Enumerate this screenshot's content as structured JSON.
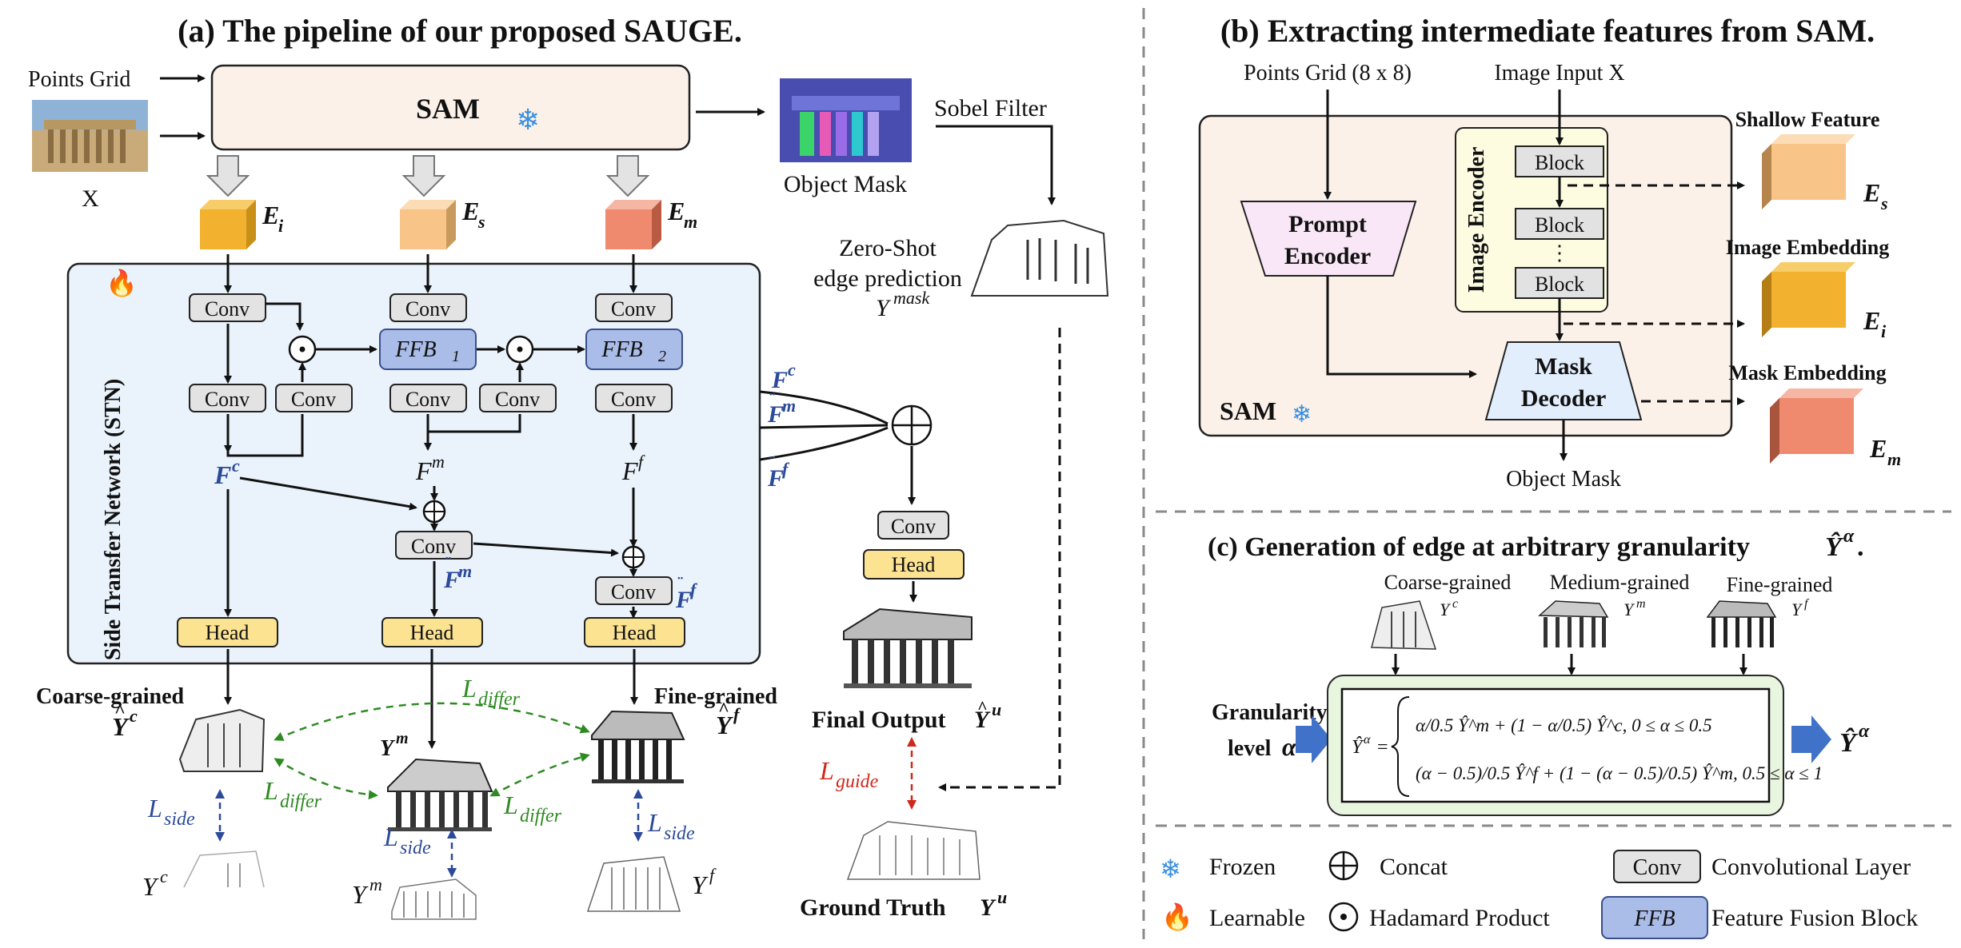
{
  "panel_a": {
    "title": "(a) The pipeline of our proposed SAUGE.",
    "points_grid": "Points Grid",
    "x_label": "X",
    "sam_label": "SAM",
    "object_mask": "Object Mask",
    "sobel": "Sobel Filter",
    "zero_shot_1": "Zero-Shot",
    "zero_shot_2": "edge prediction",
    "y_mask": "Y",
    "y_mask_sup": "mask",
    "e_i": "E",
    "e_i_sub": "i",
    "e_s": "E",
    "e_s_sub": "s",
    "e_m": "E",
    "e_m_sub": "m",
    "stn_label": "Side Transfer Network (STN)",
    "conv": "Conv",
    "head": "Head",
    "ffb1": "FFB",
    "ffb1_sub": "1",
    "ffb2": "FFB",
    "ffb2_sub": "2",
    "fc": "F",
    "fc_sup": "c",
    "fm": "F",
    "fm_sup": "m",
    "ff": "F",
    "ff_sup": "f",
    "coarse": "Coarse-grained",
    "fine": "Fine-grained",
    "final_output": "Final Output",
    "ground_truth": "Ground Truth",
    "l_differ": "L",
    "l_differ_sub": "differ",
    "l_side": "L",
    "l_side_sub": "side",
    "l_guide": "L",
    "l_guide_sub": "guide",
    "yc": "Y",
    "yc_sup": "c",
    "ym": "Y",
    "ym_sup": "m",
    "yf": "Y",
    "yf_sup": "f",
    "yu": "Y",
    "yu_sup": "u"
  },
  "panel_b": {
    "title": "(b) Extracting intermediate features from SAM.",
    "points_grid": "Points Grid (8 x 8)",
    "image_input": "Image Input X",
    "image_encoder": "Image Encoder",
    "block": "Block",
    "prompt_1": "Prompt",
    "prompt_2": "Encoder",
    "mask_1": "Mask",
    "mask_2": "Decoder",
    "sam": "SAM",
    "object_mask": "Object Mask",
    "shallow": "Shallow Feature",
    "image_emb": "Image Embedding",
    "mask_emb": "Mask Embedding",
    "es": "E",
    "es_sub": "s",
    "ei": "E",
    "ei_sub": "i",
    "em": "E",
    "em_sub": "m"
  },
  "panel_c": {
    "title": "(c) Generation of edge at arbitrary granularity",
    "title_sym": "Ŷ",
    "title_sup": "α",
    "coarse": "Coarse-grained",
    "medium": "Medium-grained",
    "fine": "Fine-grained",
    "granularity_1": "Granularity",
    "granularity_2": "level",
    "alpha": "α",
    "eq_lhs": "Ŷ",
    "eq_lhs_sup": "α",
    "eq_line1": "α/0.5 Ŷ^m + (1 − α/0.5) Ŷ^c, 0 ≤ α ≤ 0.5",
    "eq_line2": "(α − 0.5)/0.5 Ŷ^f + (1 − (α − 0.5)/0.5) Ŷ^m, 0.5 ≤ α ≤ 1",
    "out": "Ŷ",
    "out_sup": "α"
  },
  "legend": {
    "frozen": "Frozen",
    "learnable": "Learnable",
    "concat": "Concat",
    "hadamard": "Hadamard Product",
    "conv": "Conv",
    "conv_desc": "Convolutional Layer",
    "ffb": "FFB",
    "ffb_desc": "Feature Fusion Block"
  },
  "colors": {
    "orange_ei": "#f2b12e",
    "peach_es": "#f8c488",
    "salmon_em": "#ef8a6e",
    "stn_bg": "#eaf3fb",
    "sam_bg": "#fbf1e9",
    "encoder_bg": "#fdfbe0",
    "prompt_bg": "#f9e7f7",
    "decoder_bg": "#e2eefc",
    "eq_bg": "#e8f5df",
    "arrow_blue": "#3f72c8"
  }
}
